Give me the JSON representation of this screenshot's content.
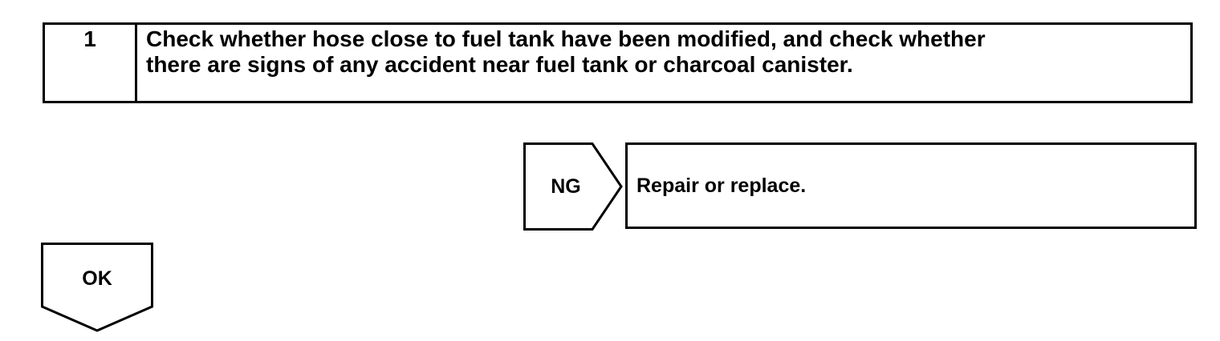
{
  "step": {
    "number": "1",
    "text_lines": [
      "Check whether hose close to fuel tank have been modified, and check whether",
      "there are signs of any accident near fuel tank or charcoal canister."
    ]
  },
  "ng_branch": {
    "label": "NG",
    "action": "Repair or replace."
  },
  "ok_branch": {
    "label": "OK"
  }
}
